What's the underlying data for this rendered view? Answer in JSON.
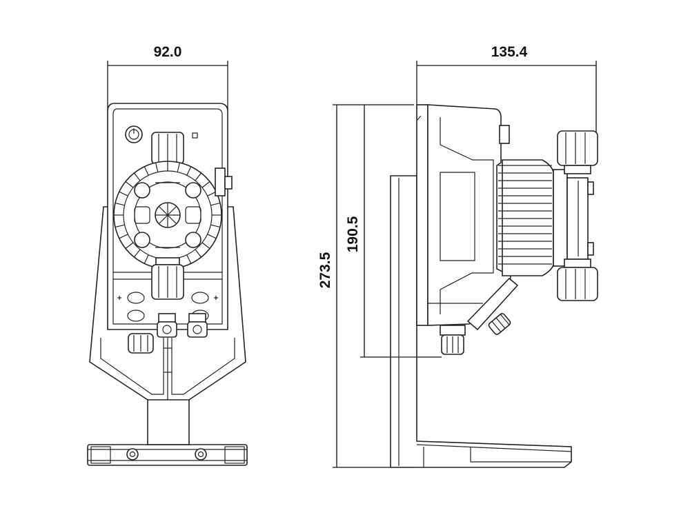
{
  "dimensions": {
    "front_width": "92.0",
    "side_width": "135.4",
    "total_height": "273.5",
    "body_height": "190.5"
  }
}
